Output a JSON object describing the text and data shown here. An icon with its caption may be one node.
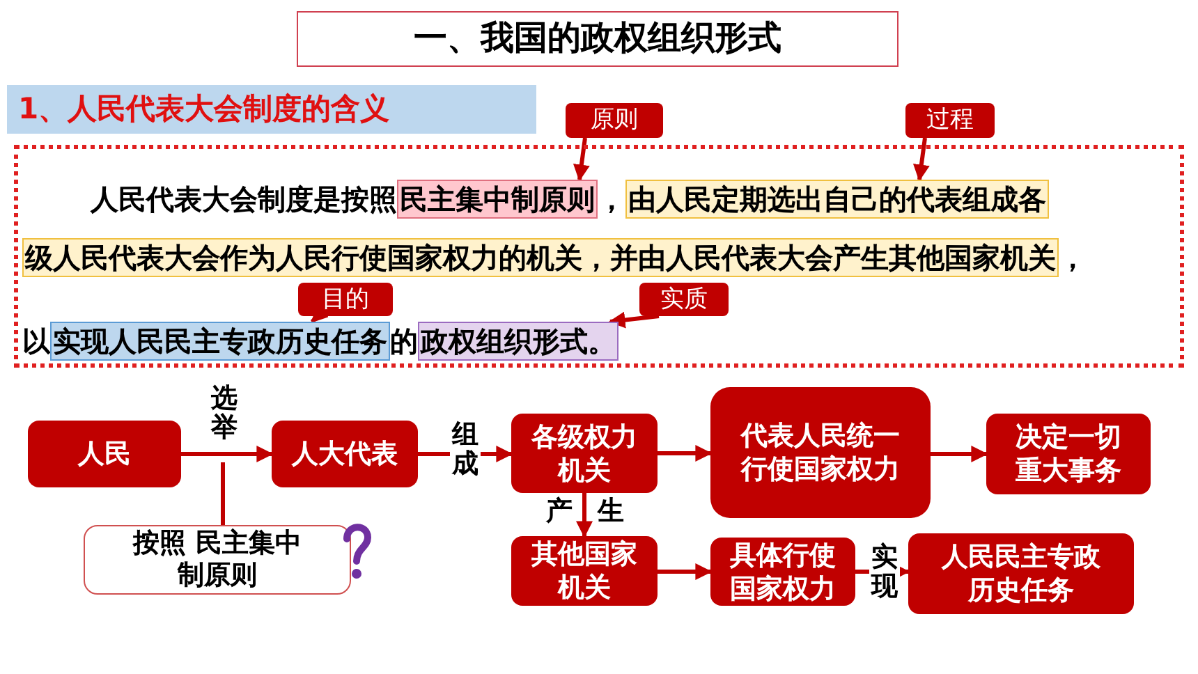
{
  "diagram": {
    "title": "一、我国的政权组织形式",
    "nodes": [
      {
        "text": [
          "1、人民代表大会制度的含义"
        ]
      },
      {
        "text": [
          "人民代表大会制度是按照",
          "，",
          "，",
          "以",
          "的"
        ]
      },
      {
        "text": [
          "民主集中制原则"
        ],
        "in": 1
      },
      {
        "text": [
          "由人民定期选出自己的代表组成各"
        ],
        "in": 1
      },
      {
        "text": [
          "级人民代表大会作为人民行使国家权力的机关，并由人民代表大会产生其他国家机关"
        ],
        "in": 1
      },
      {
        "text": [
          "实现人民民主专政历史任务"
        ],
        "in": 1
      },
      {
        "text": [
          "政权组织形式。"
        ],
        "in": 1
      },
      {
        "text": [
          "原则"
        ]
      },
      {
        "text": [
          "过程"
        ]
      },
      {
        "text": [
          "目的"
        ],
        "in": 1
      },
      {
        "text": [
          "实质"
        ],
        "in": 1
      },
      {
        "text": [
          "人民"
        ]
      },
      {
        "text": [
          "人大代表"
        ]
      },
      {
        "text": [
          "各级权力机关"
        ]
      },
      {
        "text": [
          "代表人民统一行使国家权力"
        ]
      },
      {
        "text": [
          "决定一切重大事务"
        ]
      },
      {
        "text": [
          "按照 民主集中制原则"
        ]
      },
      {
        "text": [
          "其他国家机关"
        ]
      },
      {
        "text": [
          "具体行使国家权力"
        ]
      },
      {
        "text": [
          "人民民主专政历史任务"
        ]
      }
    ],
    "edges": [
      {
        "from": 7,
        "to": 2,
        "arrow": "to"
      },
      {
        "from": 8,
        "to": 3,
        "arrow": "to"
      },
      {
        "from": 9,
        "to": 5,
        "arrow": "to"
      },
      {
        "from": 10,
        "to": 6,
        "arrow": "to"
      },
      {
        "from": 11,
        "to": 12,
        "arrow": "to",
        "label": "选举"
      },
      {
        "from": 16,
        "to": null,
        "arrow": "none"
      },
      {
        "from": 12,
        "to": 13,
        "arrow": "to",
        "label": "组成"
      },
      {
        "from": 13,
        "to": 14,
        "arrow": "to"
      },
      {
        "from": 14,
        "to": 15,
        "arrow": "to"
      },
      {
        "from": 13,
        "to": 17,
        "arrow": "to",
        "label": "产生"
      },
      {
        "from": 17,
        "to": 18,
        "arrow": "to"
      },
      {
        "from": 18,
        "to": 19,
        "arrow": "to",
        "label": "实现"
      }
    ]
  }
}
